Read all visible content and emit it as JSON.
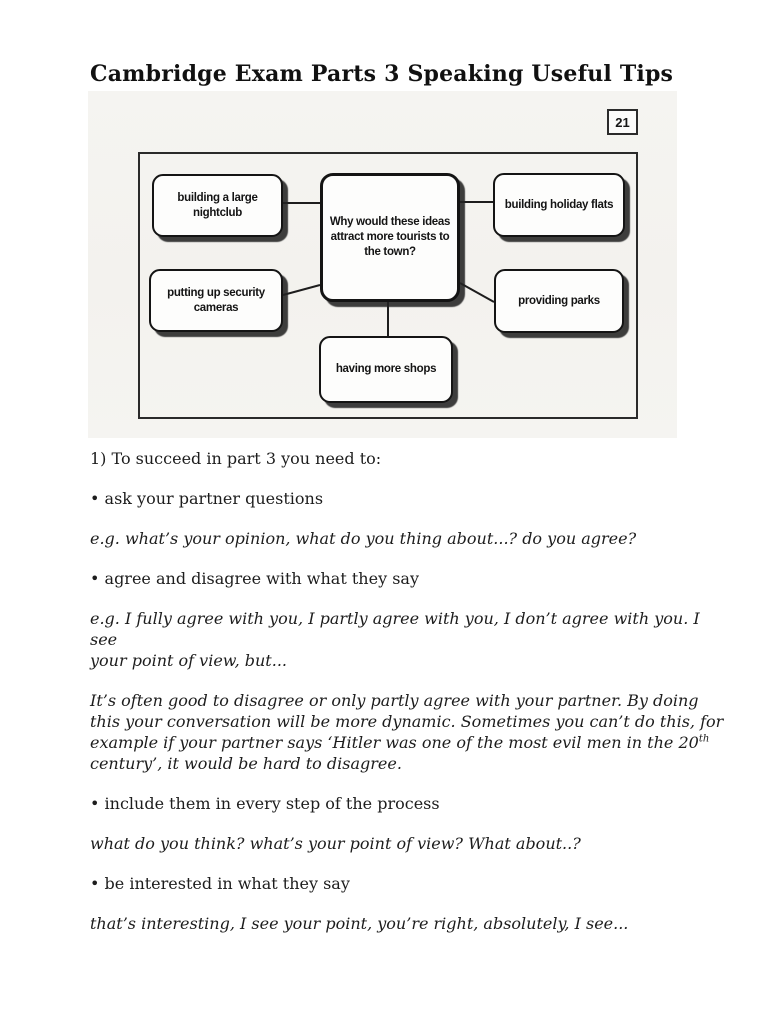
{
  "page": {
    "title": "Cambridge Exam Parts 3 Speaking Useful Tips",
    "page_number": "21"
  },
  "diagram": {
    "question": "Why would these ideas\nattract more tourists to\nthe town?",
    "boxes": [
      {
        "label": "building a large\nnightclub"
      },
      {
        "label": "building holiday flats"
      },
      {
        "label": "putting up security\ncameras"
      },
      {
        "label": "providing parks"
      },
      {
        "label": "having more shops"
      }
    ]
  },
  "document": {
    "paragraphs": [
      {
        "style": "normal",
        "text": "1) To succeed in part 3 you need to:"
      },
      {
        "style": "bullet",
        "text": "• ask your partner questions"
      },
      {
        "style": "italic",
        "text": "e.g. what’s your opinion, what do you thing about...? do you agree?"
      },
      {
        "style": "bullet",
        "text": "• agree and disagree with what they say"
      },
      {
        "style": "italic",
        "text": "e.g. I fully agree with you, I partly agree with you, I don’t agree with you. I see\nyour point of view, but..."
      },
      {
        "style": "italic",
        "pre": "It’s often good to disagree or only partly agree with your partner. By doing\nthis your conversation will be more dynamic. Sometimes you can’t do this, for\nexample if your partner says ‘Hitler was one of the most evil men in the 20",
        "sup": "th",
        "post": "\ncentury’, it would be hard to disagree."
      },
      {
        "style": "bullet",
        "text": "• include them in every step of the process"
      },
      {
        "style": "italic",
        "text": "what do you think? what’s your point of view? What about..?"
      },
      {
        "style": "bullet",
        "text": "• be interested in what they say"
      },
      {
        "style": "italic",
        "text": "that’s interesting, I see your point, you’re right, absolutely, I see..."
      }
    ]
  }
}
